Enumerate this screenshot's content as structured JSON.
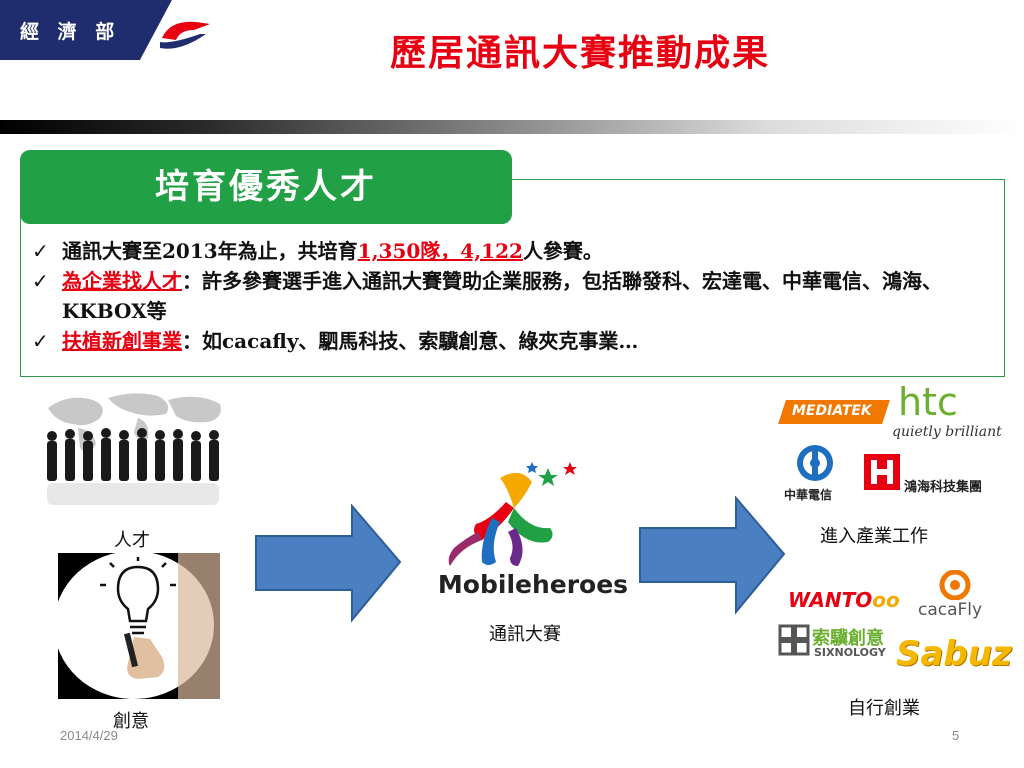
{
  "header": {
    "badge": "經 濟 部",
    "title": "歷居通訊大賽推動成果"
  },
  "section": {
    "heading": "培育優秀人才",
    "bullets": [
      {
        "pre": "通訊大賽至2013年為止，共培育",
        "highlight": "1,350隊，4,122",
        "post": "人參賽。"
      },
      {
        "highlight": "為企業找人才",
        "post": "：許多參賽選手進入通訊大賽贊助企業服務，包括聯發科、宏達電、中華電信、鴻海、KKBOX等"
      },
      {
        "highlight": "扶植新創事業",
        "post": "：如cacafly、駟馬科技、索驥創意、綠夾克事業…"
      }
    ]
  },
  "diagram": {
    "talent_label": "人才",
    "idea_label": "創意",
    "contest_label": "通訊大賽",
    "industry_label": "進入產業工作",
    "startup_label": "自行創業"
  },
  "logos": {
    "mobileheroes": "Mobileheroes",
    "mediatek": "MEDIATEK",
    "htc": "htc",
    "htc_tagline": "quietly brilliant",
    "cht": "中華電信",
    "foxconn": "鴻海科技集團",
    "wantoto": "WANTO",
    "cacafly": "cacaFly",
    "sixnology_cn": "索驥創意",
    "sixnology_en": "SIXNOLOGY",
    "sabuz": "Sabuz"
  },
  "colors": {
    "accent_red": "#e60012",
    "heading_green": "#22a046",
    "arrow_blue": "#4a7fc1",
    "badge_navy": "#1f2d6e"
  },
  "footer": {
    "date": "2014/4/29",
    "page": "5"
  }
}
